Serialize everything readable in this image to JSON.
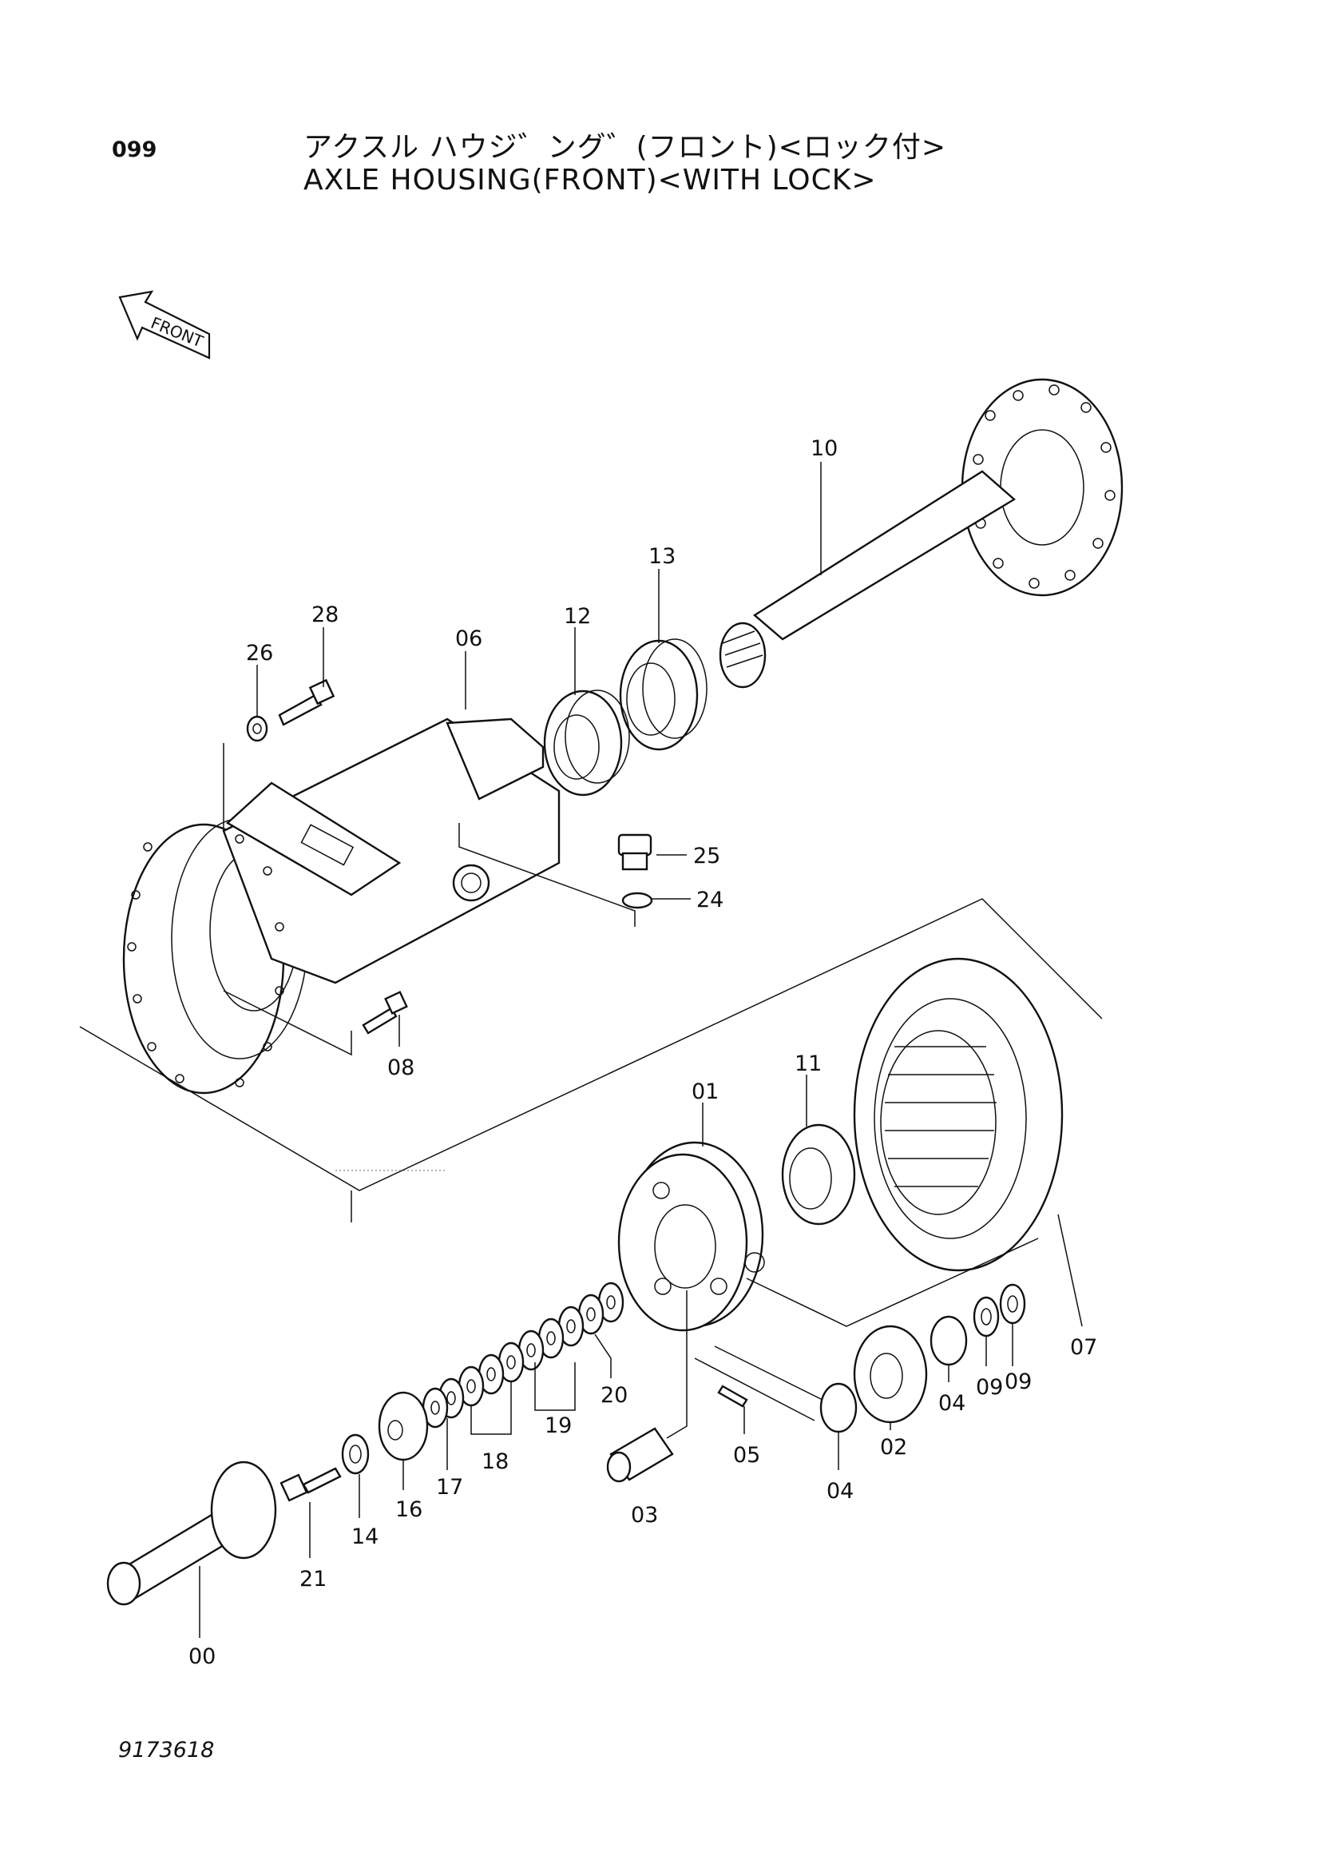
{
  "header": {
    "page_number": "099",
    "title_jp": "アクスル ハウジ゛ング゛(フロント)<ロック付>",
    "title_en": "AXLE HOUSING(FRONT)<WITH LOCK>"
  },
  "direction_arrow": {
    "label": "FRONT",
    "icon": "front-arrow-icon"
  },
  "callouts": [
    "10",
    "13",
    "12",
    "28",
    "26",
    "06",
    "25",
    "24",
    "08",
    "11",
    "01",
    "07",
    "09",
    "09",
    "04",
    "02",
    "05",
    "04",
    "03",
    "20",
    "19",
    "18",
    "17",
    "16",
    "14",
    "21",
    "00"
  ],
  "footer": {
    "drawing_number": "9173618"
  }
}
